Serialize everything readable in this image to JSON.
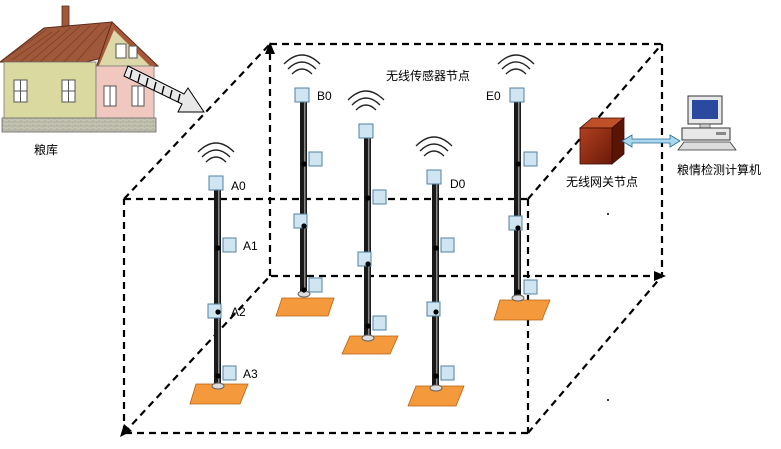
{
  "labels": {
    "granary": "粮库",
    "wireless_sensor_node": "无线传感器节点",
    "wireless_gateway_node": "无线网关节点",
    "grain_computer": "粮情检测计算机"
  },
  "sensors": {
    "a0": "A0",
    "a1": "A1",
    "a2": "A2",
    "a3": "A3",
    "b0": "B0",
    "d0": "D0",
    "e0": "E0"
  },
  "colors": {
    "wall": "#d9d9a0",
    "wall_side": "#f0c8c0",
    "roof": "#a0583a",
    "gateway_box": "#8b2a14",
    "base_plate": "#f59a3c",
    "pole": "#1a1a1a",
    "sensor_box": "#cfe6f2",
    "arrow": "#a8d8f0"
  }
}
